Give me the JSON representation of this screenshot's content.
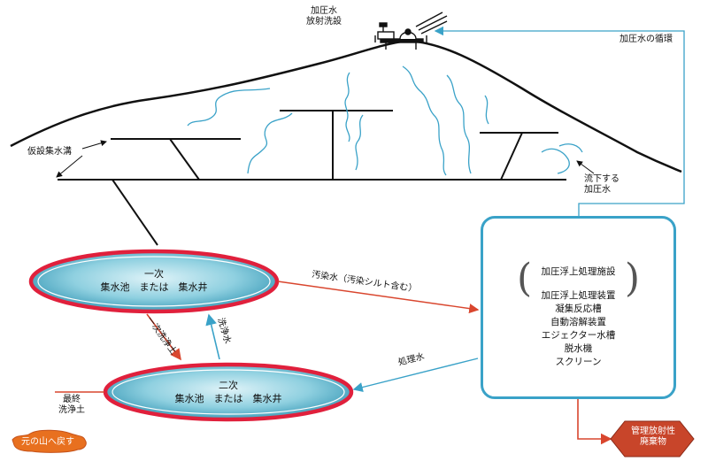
{
  "labels": {
    "sprayer": [
      "加圧水",
      "放射洗設"
    ],
    "recirculation": "加圧水の循環",
    "ditch": "仮設集水溝",
    "flowing_water": [
      "流下する",
      "加圧水"
    ],
    "contaminated_water": "汚染水（汚染シルト含む）",
    "treated_water": "処理水",
    "clean_soil": "一次洗浄土",
    "wash_water": "洗浄水",
    "final_soil": [
      "最終",
      "洗浄土"
    ]
  },
  "pools": {
    "primary": {
      "title": "一次",
      "body": "集水池　または　集水井"
    },
    "secondary": {
      "title": "二次",
      "body": "集水池　または　集水井"
    }
  },
  "facility": {
    "title": "加圧浮上処理施設",
    "items": [
      "加圧浮上処理装置",
      "凝集反応槽",
      "自動溶解装置",
      "エジェクター水槽",
      "脱水機",
      "スクリーン"
    ]
  },
  "outputs": {
    "return_to_mountain": "元の山へ戻す",
    "radioactive_waste": [
      "管理放射性",
      "廃棄物"
    ]
  },
  "colors": {
    "water_line": "#3aa2c8",
    "pool_ring": "#e0203c",
    "arrow_red": "#d9462e",
    "pool_fill": "#4fb2cc",
    "waste_fill": "#c8452a"
  }
}
